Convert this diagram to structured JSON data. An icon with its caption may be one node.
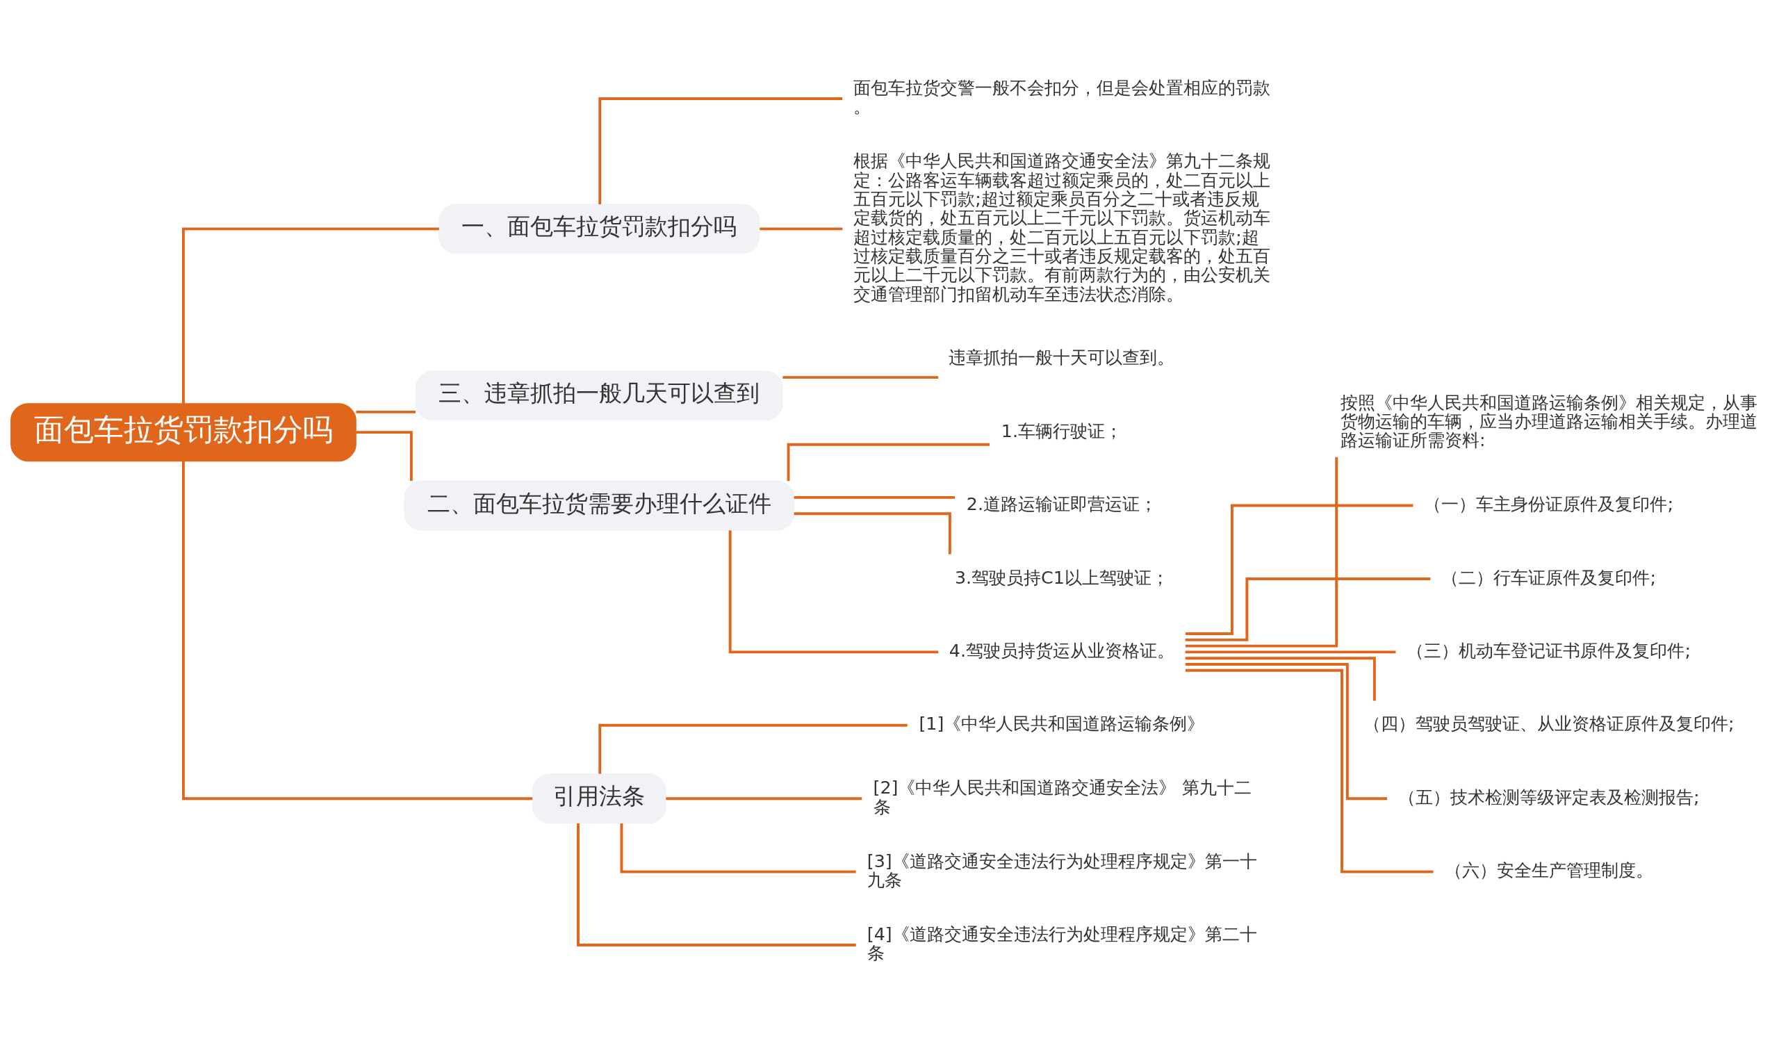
{
  "diagram": {
    "nodes": [
      {
        "text": [
          "面包车拉货罚款扣分吗"
        ]
      },
      {
        "text": [
          "一、面包车拉货罚款扣分吗"
        ]
      },
      {
        "text": [
          "面包车拉货交警一般不会扣分，但是会处置相应的罚款。"
        ]
      },
      {
        "text": [
          "根据《中华人民共和国道路交通安全法》第九十二条规定：公路客运车辆载客超过额定乘员的，处二百元以上五百元以下罚款;超过额定乘员百分之二十或者违反规定载货的，处五百元以上二千元以下罚款。货运机动车超过核定载质量的，处二百元以上五百元以下罚款;超过核定载质量百分之三十或者违反规定载客的，处五百元以上二千元以下罚款。有前两款行为的，由公安机关交通管理部门扣留机动车至违法状态消除。"
        ]
      },
      {
        "text": [
          "三、违章抓拍一般几天可以查到"
        ]
      },
      {
        "text": [
          "违章抓拍一般十天可以查到。"
        ]
      },
      {
        "text": [
          "二、面包车拉货需要办理什么证件"
        ]
      },
      {
        "text": [
          "1.车辆行驶证；"
        ]
      },
      {
        "text": [
          "2.道路运输证即营运证；"
        ]
      },
      {
        "text": [
          "3.驾驶员持C1以上驾驶证；"
        ]
      },
      {
        "text": [
          "4.驾驶员持货运从业资格证。"
        ]
      },
      {
        "text": [
          "按照《中华人民共和国道路运输条例》相关规定，从事货物运输的车辆，应当办理道路运输相关手续。办理道路运输证所需资料:"
        ]
      },
      {
        "text": [
          "（一）车主身份证原件及复印件;"
        ]
      },
      {
        "text": [
          "（二）行车证原件及复印件;"
        ]
      },
      {
        "text": [
          "（三）机动车登记证书原件及复印件;"
        ]
      },
      {
        "text": [
          "（四）驾驶员驾驶证、从业资格证原件及复印件;"
        ]
      },
      {
        "text": [
          "（五）技术检测等级评定表及检测报告;"
        ]
      },
      {
        "text": [
          "（六）安全生产管理制度。"
        ]
      },
      {
        "text": [
          "引用法条"
        ]
      },
      {
        "text": [
          "[1]《中华人民共和国道路运输条例》"
        ]
      },
      {
        "text": [
          "[2]《中华人民共和国道路交通安全法》 第九十二条"
        ]
      },
      {
        "text": [
          "[3]《道路交通安全违法行为处理程序规定》第一十九条"
        ]
      },
      {
        "text": [
          "[4]《道路交通安全违法行为处理程序规定》第二十条"
        ]
      }
    ],
    "edges": [
      {
        "from": 0,
        "to": 1,
        "arrow": "none"
      },
      {
        "from": 1,
        "to": 2,
        "arrow": "none"
      },
      {
        "from": 1,
        "to": 3,
        "arrow": "none"
      },
      {
        "from": 0,
        "to": 4,
        "arrow": "none"
      },
      {
        "from": 4,
        "to": 5,
        "arrow": "none"
      },
      {
        "from": 0,
        "to": 6,
        "arrow": "none"
      },
      {
        "from": 6,
        "to": 7,
        "arrow": "none"
      },
      {
        "from": 6,
        "to": 8,
        "arrow": "none"
      },
      {
        "from": 6,
        "to": 9,
        "arrow": "none"
      },
      {
        "from": 6,
        "to": 10,
        "arrow": "none"
      },
      {
        "from": 10,
        "to": 11,
        "arrow": "none"
      },
      {
        "from": 10,
        "to": 12,
        "arrow": "none"
      },
      {
        "from": 10,
        "to": 13,
        "arrow": "none"
      },
      {
        "from": 10,
        "to": 14,
        "arrow": "none"
      },
      {
        "from": 10,
        "to": 15,
        "arrow": "none"
      },
      {
        "from": 10,
        "to": 16,
        "arrow": "none"
      },
      {
        "from": 10,
        "to": 17,
        "arrow": "none"
      },
      {
        "from": 0,
        "to": 18,
        "arrow": "none"
      },
      {
        "from": 18,
        "to": 19,
        "arrow": "none"
      },
      {
        "from": 18,
        "to": 20,
        "arrow": "none"
      },
      {
        "from": 18,
        "to": 21,
        "arrow": "none"
      },
      {
        "from": 18,
        "to": 22,
        "arrow": "none"
      }
    ]
  }
}
